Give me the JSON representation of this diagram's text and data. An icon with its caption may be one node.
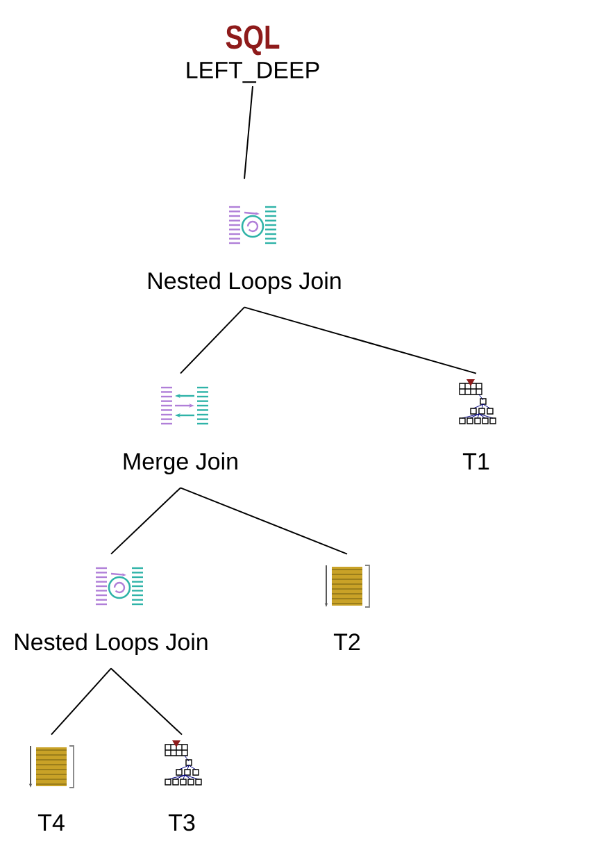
{
  "diagram": {
    "nodes": [
      {
        "text": [
          "SQL",
          "LEFT_DEEP"
        ]
      },
      {
        "text": [
          "Nested Loops Join"
        ]
      },
      {
        "text": [
          "Merge Join"
        ]
      },
      {
        "text": [
          "T1"
        ]
      },
      {
        "text": [
          "Nested Loops Join"
        ]
      },
      {
        "text": [
          "T2"
        ]
      },
      {
        "text": [
          "T4"
        ]
      },
      {
        "text": [
          "T3"
        ]
      }
    ],
    "edges": [
      {
        "from": 0,
        "to": 1,
        "arrow": "none"
      },
      {
        "from": 1,
        "to": 2,
        "arrow": "none"
      },
      {
        "from": 1,
        "to": 3,
        "arrow": "none"
      },
      {
        "from": 2,
        "to": 4,
        "arrow": "none"
      },
      {
        "from": 2,
        "to": 5,
        "arrow": "none"
      },
      {
        "from": 4,
        "to": 6,
        "arrow": "none"
      },
      {
        "from": 4,
        "to": 7,
        "arrow": "none"
      }
    ]
  }
}
